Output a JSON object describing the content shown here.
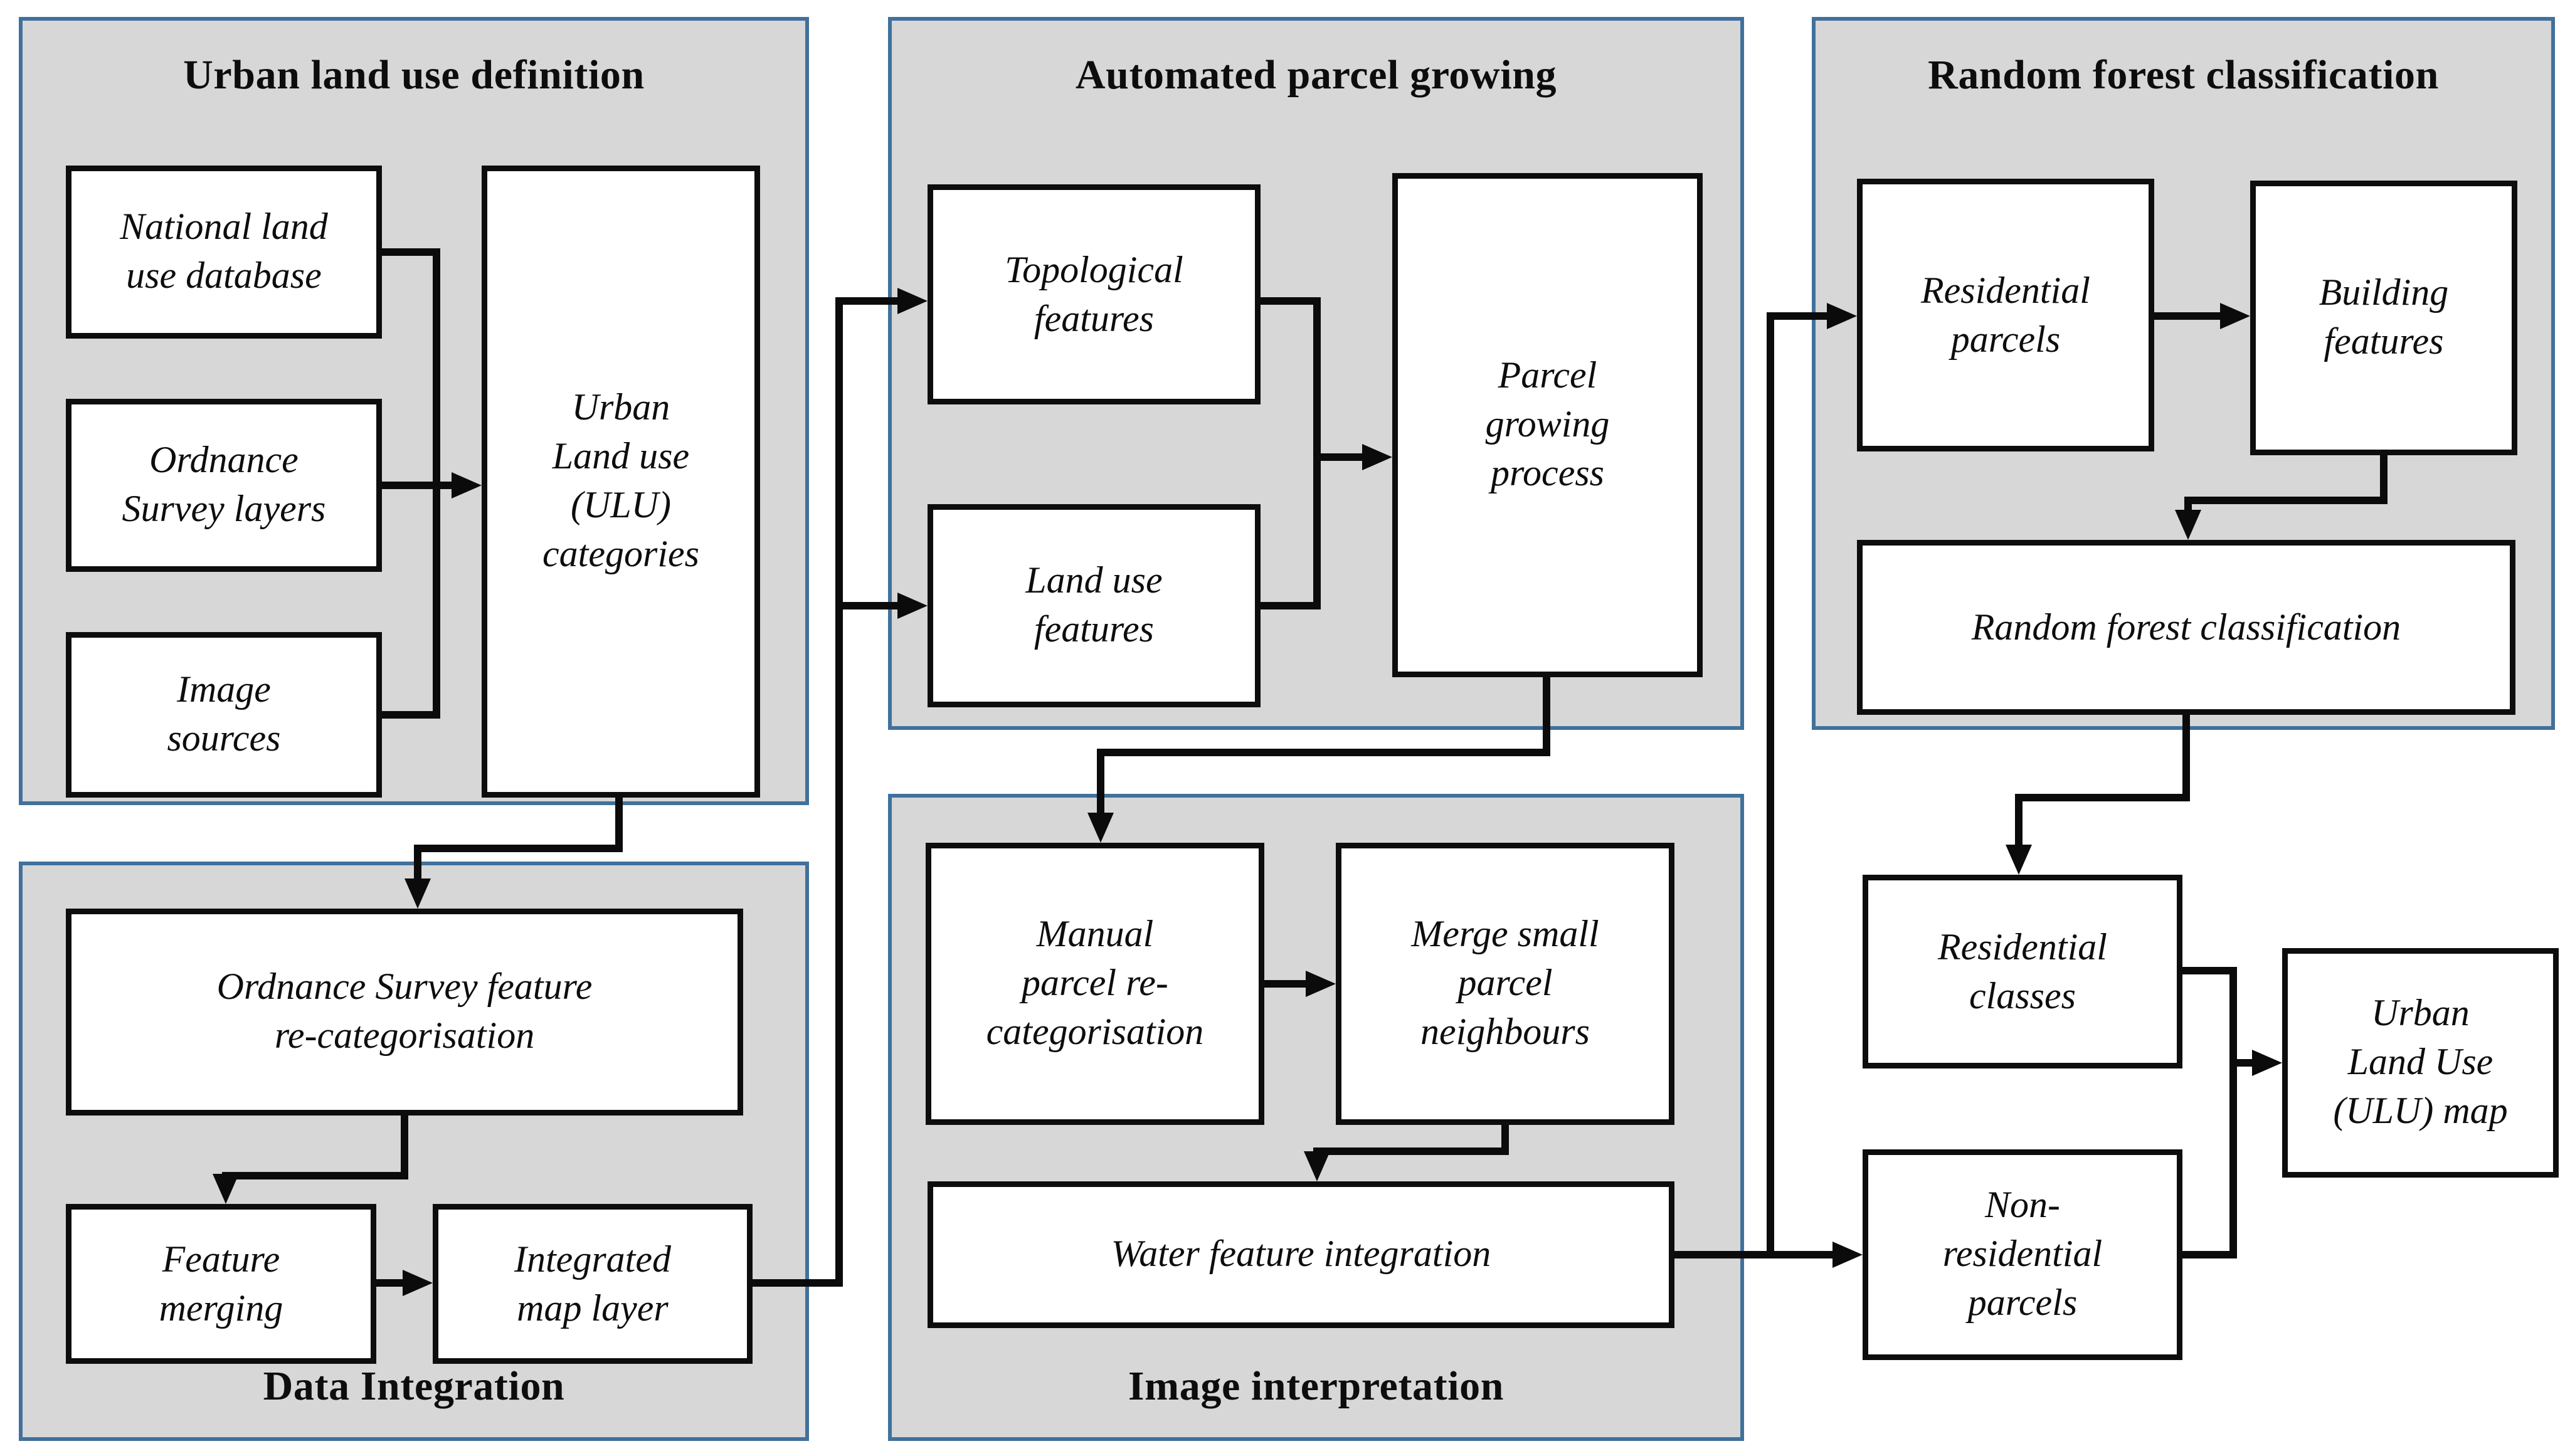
{
  "diagram": {
    "colors": {
      "panel_fill": "#d7d7d7",
      "panel_border": "#41719c",
      "box_fill": "#ffffff",
      "box_border": "#0d0d0d",
      "arrow": "#0b0b0b",
      "background": "#ffffff"
    },
    "panels": [
      {
        "id": "urban-land-use-definition",
        "title": "Urban land use definition",
        "title_position": "top",
        "boxes": [
          {
            "id": "national-land-use-database",
            "label": "National land\nuse database"
          },
          {
            "id": "ordnance-survey-layers",
            "label": "Ordnance\nSurvey layers"
          },
          {
            "id": "image-sources",
            "label": "Image\nsources"
          },
          {
            "id": "urban-land-use-categories",
            "label": "Urban\nLand use\n(ULU)\ncategories"
          }
        ]
      },
      {
        "id": "automated-parcel-growing",
        "title": "Automated parcel growing",
        "title_position": "top",
        "boxes": [
          {
            "id": "topological-features",
            "label": "Topological\nfeatures"
          },
          {
            "id": "land-use-features",
            "label": "Land use\nfeatures"
          },
          {
            "id": "parcel-growing-process",
            "label": "Parcel\ngrowing\nprocess"
          }
        ]
      },
      {
        "id": "random-forest-classification",
        "title": "Random forest classification",
        "title_position": "top",
        "boxes": [
          {
            "id": "residential-parcels",
            "label": "Residential\nparcels"
          },
          {
            "id": "building-features",
            "label": "Building\nfeatures"
          },
          {
            "id": "random-forest-classification-box",
            "label": "Random forest classification"
          }
        ]
      },
      {
        "id": "data-integration",
        "title": "Data Integration",
        "title_position": "bottom",
        "boxes": [
          {
            "id": "ordnance-survey-feature-recategorisation",
            "label": "Ordnance Survey feature\nre-categorisation"
          },
          {
            "id": "feature-merging",
            "label": "Feature\nmerging"
          },
          {
            "id": "integrated-map-layer",
            "label": "Integrated\nmap layer"
          }
        ]
      },
      {
        "id": "image-interpretation",
        "title": "Image interpretation",
        "title_position": "bottom",
        "boxes": [
          {
            "id": "manual-parcel-recategorisation",
            "label": "Manual\nparcel re-\ncategorisation"
          },
          {
            "id": "merge-small-parcel-neighbours",
            "label": "Merge small\nparcel\nneighbours"
          },
          {
            "id": "water-feature-integration",
            "label": "Water feature integration"
          }
        ]
      }
    ],
    "standalone_boxes": [
      {
        "id": "residential-classes",
        "label": "Residential\nclasses"
      },
      {
        "id": "non-residential-parcels",
        "label": "Non-\nresidential\nparcels"
      },
      {
        "id": "urban-land-use-map",
        "label": "Urban\nLand Use\n(ULU) map"
      }
    ],
    "edges": [
      {
        "from": "national-land-use-database",
        "to": "urban-land-use-categories"
      },
      {
        "from": "ordnance-survey-layers",
        "to": "urban-land-use-categories"
      },
      {
        "from": "image-sources",
        "to": "urban-land-use-categories"
      },
      {
        "from": "urban-land-use-categories",
        "to": "ordnance-survey-feature-recategorisation"
      },
      {
        "from": "ordnance-survey-feature-recategorisation",
        "to": "feature-merging"
      },
      {
        "from": "feature-merging",
        "to": "integrated-map-layer"
      },
      {
        "from": "integrated-map-layer",
        "to": "topological-features"
      },
      {
        "from": "integrated-map-layer",
        "to": "land-use-features"
      },
      {
        "from": "topological-features",
        "to": "parcel-growing-process"
      },
      {
        "from": "land-use-features",
        "to": "parcel-growing-process"
      },
      {
        "from": "parcel-growing-process",
        "to": "manual-parcel-recategorisation"
      },
      {
        "from": "manual-parcel-recategorisation",
        "to": "merge-small-parcel-neighbours"
      },
      {
        "from": "merge-small-parcel-neighbours",
        "to": "water-feature-integration"
      },
      {
        "from": "water-feature-integration",
        "to": "residential-parcels"
      },
      {
        "from": "water-feature-integration",
        "to": "non-residential-parcels"
      },
      {
        "from": "residential-parcels",
        "to": "building-features"
      },
      {
        "from": "building-features",
        "to": "random-forest-classification-box"
      },
      {
        "from": "random-forest-classification-box",
        "to": "residential-classes"
      },
      {
        "from": "residential-classes",
        "to": "urban-land-use-map"
      },
      {
        "from": "non-residential-parcels",
        "to": "urban-land-use-map"
      }
    ]
  }
}
